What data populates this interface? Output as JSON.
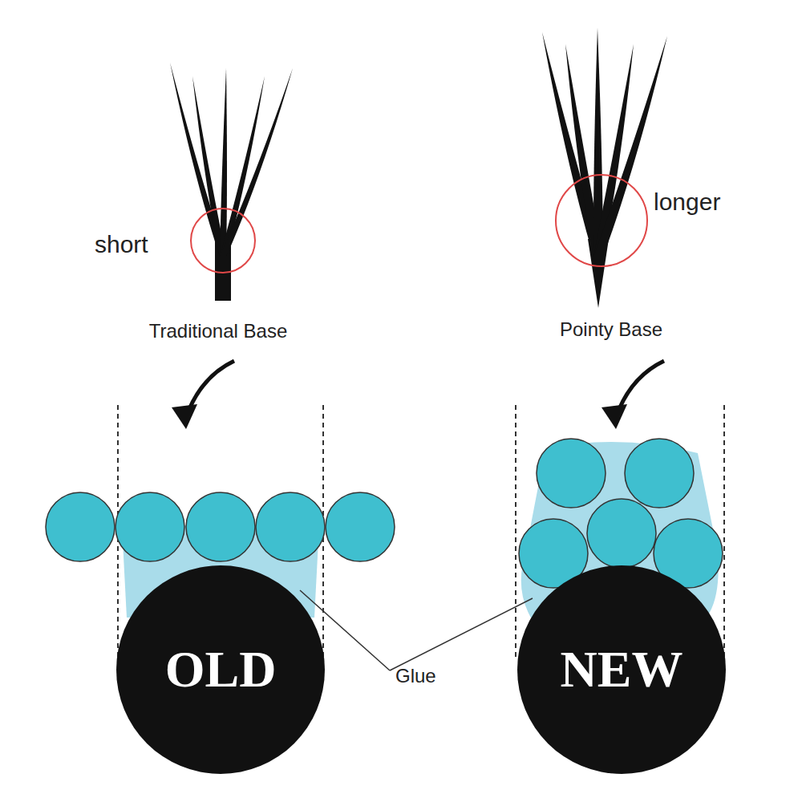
{
  "diagram": {
    "nodes": [
      {
        "text": [
          "OLD"
        ]
      },
      {
        "text": [
          "NEW"
        ]
      }
    ],
    "labels": [
      "short",
      "longer",
      "Traditional Base",
      "Pointy Base",
      "Glue"
    ]
  }
}
